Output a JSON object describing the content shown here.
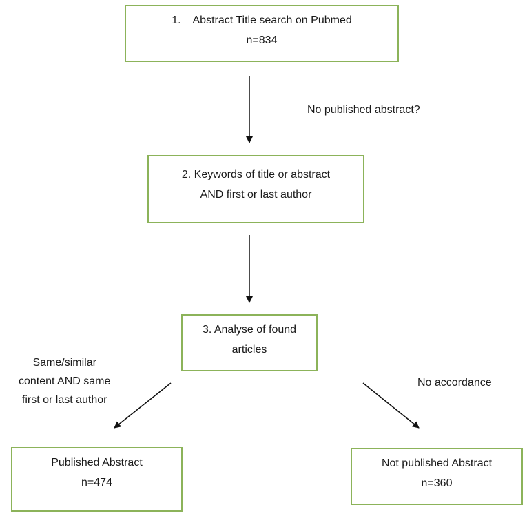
{
  "diagram": {
    "colors": {
      "box_border": "#8cb35a",
      "arrow": "#111111",
      "text": "#1a1a1a"
    },
    "nodes": {
      "step1": {
        "line1": "1.    Abstract Title search on Pubmed",
        "line2": "n=834"
      },
      "step2": {
        "line1": "2. Keywords of title or abstract",
        "line2": "AND first or last author"
      },
      "step3": {
        "line1": "3. Analyse of found",
        "line2": "articles"
      },
      "published": {
        "line1": "Published Abstract",
        "line2": "n=474"
      },
      "not_published": {
        "line1": "Not published Abstract",
        "line2": "n=360"
      }
    },
    "edge_labels": {
      "no_published": "No published abstract?",
      "same_similar": {
        "line1": "Same/similar",
        "line2": "content AND same",
        "line3": "first or last author"
      },
      "no_accordance": "No accordance"
    }
  }
}
